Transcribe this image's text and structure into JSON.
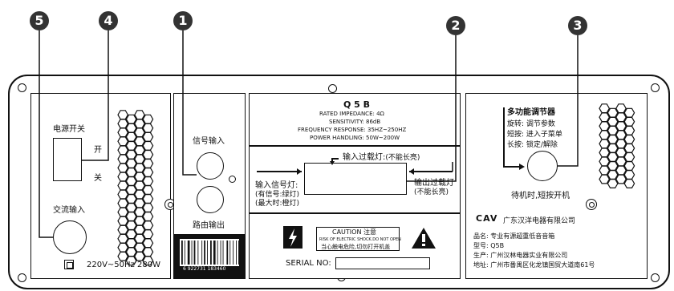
{
  "callouts": [
    "5",
    "4",
    "1",
    "2",
    "3"
  ],
  "power_panel": {
    "power_switch_label": "电源开关",
    "on_label": "开",
    "off_label": "关",
    "ac_input_label": "交流输入",
    "rating": "220V~50Hz 280W"
  },
  "signal_panel": {
    "signal_input_label": "信号输入",
    "route_output_label": "路由输出",
    "barcode_number": "6 922731 183460"
  },
  "spec_panel": {
    "model": "Q 5 B",
    "lines": [
      "RATED IMPEDANCE: 4Ω",
      "SENSITIVITY: 86dB",
      "FREQUENCY RESPONSE: 35HZ~250HZ",
      "POWER HANDLING: 50W~200W"
    ]
  },
  "indicator_panel": {
    "overload_input": "输入过载灯:",
    "overload_input_note": "(不能长亮)",
    "input_signal_label": "输入信号灯:",
    "input_signal_green": "(有信号:绿灯)",
    "input_signal_max": "(最大时:橙灯)",
    "output_overload": "输出过载灯",
    "output_overload_note": "(不能长亮)"
  },
  "caution_panel": {
    "title": "CAUTION 注意",
    "warning_en": "RISK OF ELECTRIC SHOCK.DO NOT OPEN",
    "warning_cn": "当心触电危险,切勿打开机盖",
    "serial_label": "SERIAL NO:"
  },
  "control_panel": {
    "multi_title": "多功能调节器",
    "rotate": "旋转: 调节参数",
    "short_press": "短按: 进入子菜单",
    "long_press": "长按: 锁定/解除",
    "standby": "待机时,短按开机",
    "brand": "CAV",
    "company": "广东汉洋电器有限公司",
    "product_name": "品名: 专业有源超重低音音箱",
    "model_no": "型号: Q5B",
    "producer": "生产: 广州汉林电器实业有限公司",
    "address": "地址: 广州市番禺区化龙镇国贸大道南61号"
  },
  "colors": {
    "ink": "#111111",
    "badge": "#333333"
  }
}
